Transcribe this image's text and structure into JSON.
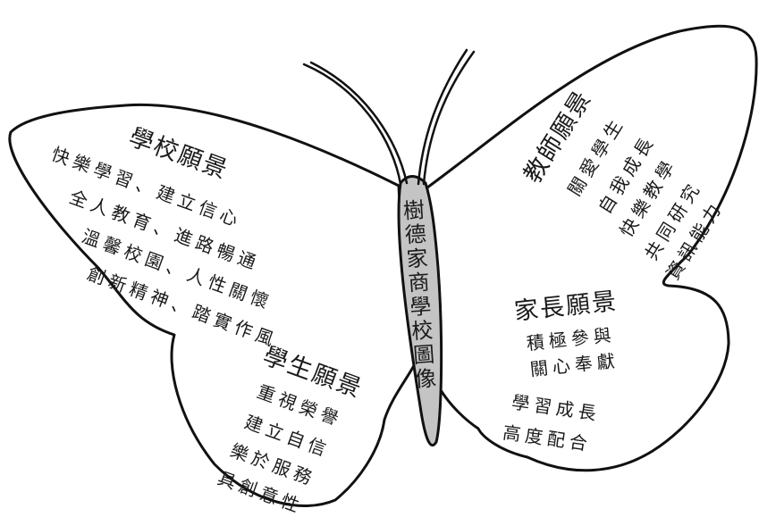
{
  "diagram": {
    "body_label": "樹德家商學校圖像",
    "school_vision": {
      "title": "學校願景",
      "lines": [
        "快樂學習、建立信心",
        "全人教育、進路暢通",
        "溫馨校園、人性關懷",
        "創新精神、踏實作風"
      ]
    },
    "teacher_vision": {
      "title": "教師願景",
      "lines": [
        "關愛學生",
        "自我成長",
        "快樂教學",
        "共同研究",
        "資訊能力"
      ]
    },
    "parent_vision": {
      "title": "家長願景",
      "lines": [
        "積極參與",
        "關心奉獻",
        "學習成長",
        "高度配合"
      ]
    },
    "student_vision": {
      "title": "學生願景",
      "lines": [
        "重視榮譽",
        "建立自信",
        "樂於服務",
        "具創意性"
      ]
    }
  },
  "colors": {
    "outline": "#111111",
    "body_fill": "#c4c4c4",
    "background": "#ffffff"
  }
}
